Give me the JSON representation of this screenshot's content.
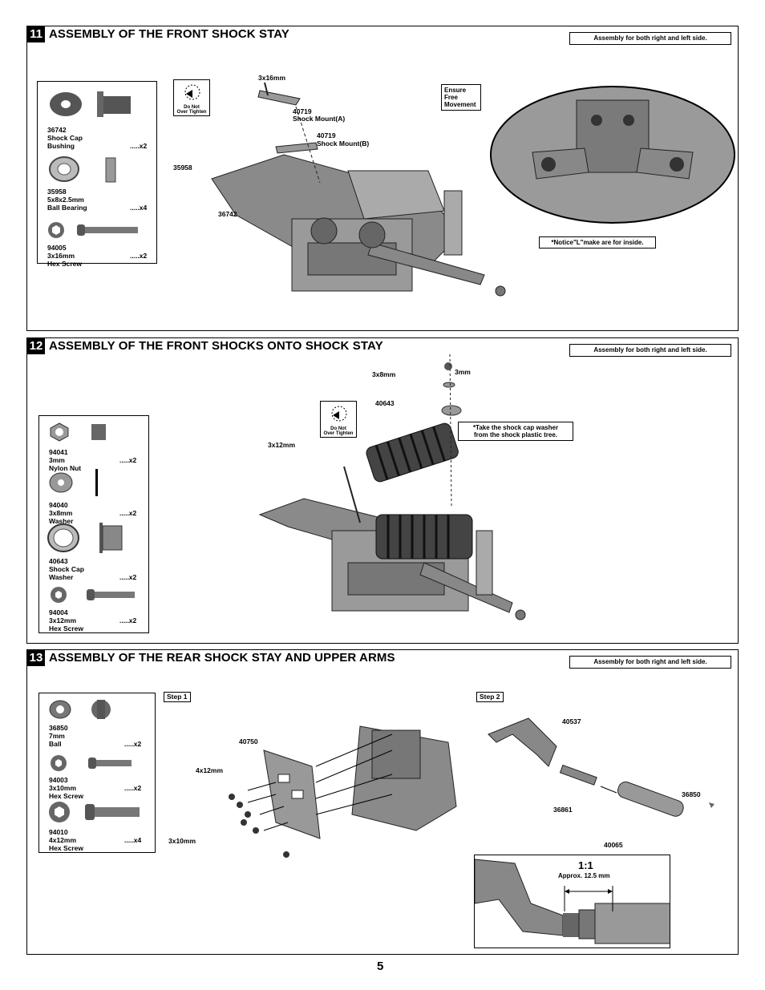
{
  "page_number": "5",
  "sections": [
    {
      "number": "11",
      "title": "ASSEMBLY OF THE FRONT SHOCK STAY",
      "note": "Assembly for both right and left side.",
      "parts": [
        {
          "code": "36742",
          "name1": "Shock Cap",
          "name2": "Bushing",
          "qty": ".....x2"
        },
        {
          "code": "35958",
          "name1": "5x8x2.5mm",
          "name2": "Ball Bearing",
          "qty": ".....x4"
        },
        {
          "code": "94005",
          "name1": "3x16mm",
          "name2": "Hex Screw",
          "qty": ".....x2"
        }
      ],
      "do_not_tighten": [
        "Do Not",
        "Over Tighten"
      ],
      "labels": {
        "screw": "3x16mm",
        "mount_a_code": "40719",
        "mount_a_name": "Shock Mount(A)",
        "mount_b_code": "40719",
        "mount_b_name": "Shock Mount(B)",
        "bearing": "35958",
        "bushing": "36742"
      },
      "ensure_callout": [
        "Ensure",
        "Free",
        "Movement"
      ],
      "notice": "*Notice\"L\"make are for inside."
    },
    {
      "number": "12",
      "title": "ASSEMBLY OF THE FRONT SHOCKS ONTO SHOCK STAY",
      "note": "Assembly for both right and left side.",
      "parts": [
        {
          "code": "94041",
          "name1": "3mm",
          "name2": "Nylon Nut",
          "qty": ".....x2"
        },
        {
          "code": "94040",
          "name1": "3x8mm",
          "name2": "Washer",
          "qty": ".....x2"
        },
        {
          "code": "40643",
          "name1": "Shock Cap",
          "name2": "Washer",
          "qty": ".....x2"
        },
        {
          "code": "94004",
          "name1": "3x12mm",
          "name2": "Hex Screw",
          "qty": ".....x2"
        }
      ],
      "do_not_tighten": [
        "Do Not",
        "Over Tighten"
      ],
      "labels": {
        "washer": "3x8mm",
        "nut": "3mm",
        "cap_washer": "40643",
        "screw": "3x12mm"
      },
      "callout": [
        "*Take the shock cap washer",
        "from the shock plastic tree."
      ]
    },
    {
      "number": "13",
      "title": "ASSEMBLY OF THE REAR SHOCK STAY AND UPPER ARMS",
      "note": "Assembly for both right and left side.",
      "parts": [
        {
          "code": "36850",
          "name1": "7mm",
          "name2": "Ball",
          "qty": ".....x2"
        },
        {
          "code": "94003",
          "name1": "3x10mm",
          "name2": "Hex Screw",
          "qty": ".....x2"
        },
        {
          "code": "94010",
          "name1": "4x12mm",
          "name2": "Hex Screw",
          "qty": ".....x4"
        }
      ],
      "step1": "Step 1",
      "step2": "Step 2",
      "labels": {
        "stay": "40750",
        "screw_a": "4x12mm",
        "screw_b": "3x10mm",
        "arm": "40537",
        "turnbuckle": "36861",
        "rod_end": "40065",
        "ball": "36850"
      },
      "scale": "1:1",
      "approx": "Approx. 12.5 mm"
    }
  ]
}
